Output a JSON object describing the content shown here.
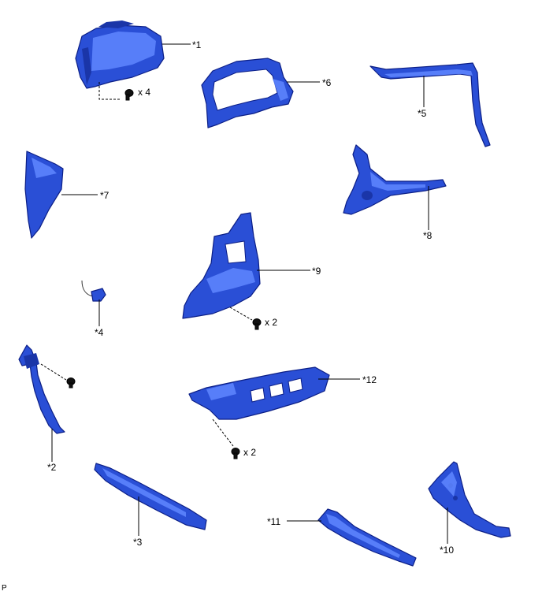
{
  "parts": [
    {
      "id": "1",
      "label": "*1"
    },
    {
      "id": "2",
      "label": "*2"
    },
    {
      "id": "3",
      "label": "*3"
    },
    {
      "id": "4",
      "label": "*4"
    },
    {
      "id": "5",
      "label": "*5"
    },
    {
      "id": "6",
      "label": "*6"
    },
    {
      "id": "7",
      "label": "*7"
    },
    {
      "id": "8",
      "label": "*8"
    },
    {
      "id": "9",
      "label": "*9"
    },
    {
      "id": "10",
      "label": "*10"
    },
    {
      "id": "11",
      "label": "*11"
    },
    {
      "id": "12",
      "label": "*12"
    }
  ],
  "fasteners": {
    "cluster_screws": "x 4",
    "panel9_screws": "x 2",
    "panel12_screws": "x 2"
  },
  "colors": {
    "part_fill": "#2a4fd6",
    "part_edge": "#0c1f86",
    "highlight": "#5f86ff"
  },
  "footer": {
    "code": "P"
  }
}
